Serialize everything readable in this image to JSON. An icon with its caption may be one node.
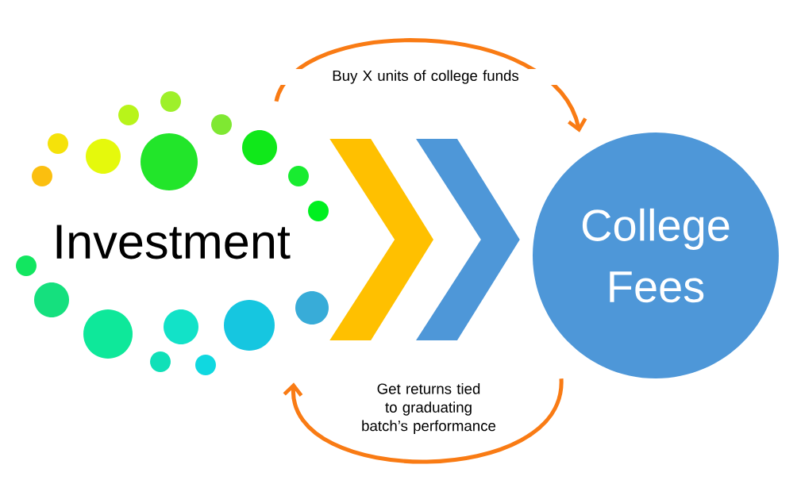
{
  "diagram": {
    "nodes": [
      {
        "text": [
          "Investment"
        ]
      },
      {
        "text": [
          "College Fees"
        ]
      }
    ],
    "edges": [
      {
        "from": 0,
        "to": 1,
        "arrow": "to",
        "color": "#ffc000"
      },
      {
        "from": 0,
        "to": 1,
        "arrow": "to",
        "color": "#4e97d8"
      },
      {
        "from": 0,
        "to": 1,
        "arrow": "to",
        "label": "Buy X units of college funds"
      },
      {
        "from": 1,
        "to": 0,
        "arrow": "to",
        "label": "Get returns tied to graduating batch’s performance"
      }
    ]
  }
}
